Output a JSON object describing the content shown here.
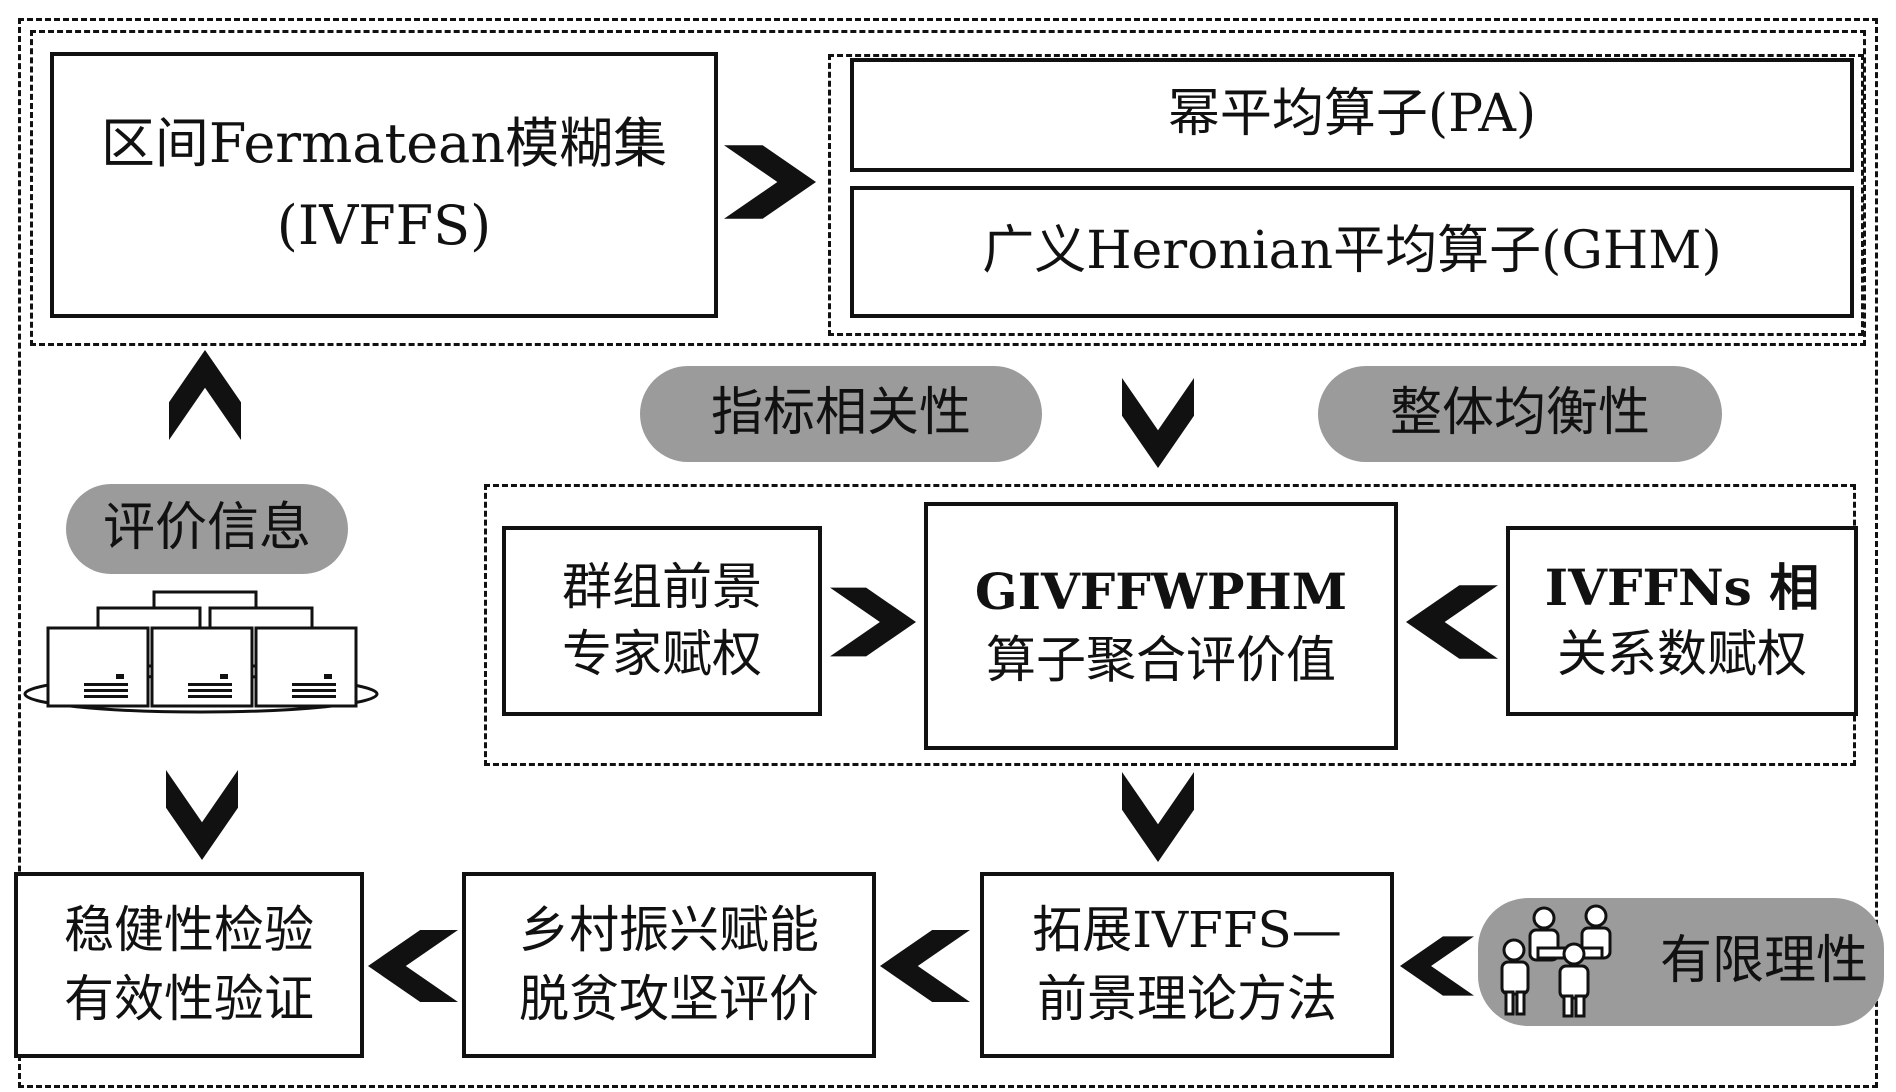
{
  "top_left": {
    "line1": "区间Fermatean模糊集",
    "line2": "(IVFFS)"
  },
  "top_right": {
    "pa": "幂平均算子(PA)",
    "ghm": "广义Heronian平均算子(GHM)"
  },
  "pills": {
    "indicator": "指标相关性",
    "balance": "整体均衡性",
    "evaluation": "评价信息",
    "bounded": "有限理性"
  },
  "middle": {
    "left": {
      "line1": "群组前景",
      "line2": "专家赋权"
    },
    "center": {
      "line1": "GIVFFWPHM",
      "line2": "算子聚合评价值"
    },
    "right": {
      "line1": "IVFFNs 相",
      "line2": "关系数赋权"
    }
  },
  "bottom": {
    "method": {
      "line1": "拓展IVFFS—",
      "line2": "前景理论方法"
    },
    "rural": {
      "line1": "乡村振兴赋能",
      "line2": "脱贫攻坚评价"
    },
    "robust": {
      "line1": "稳健性检验",
      "line2": "有效性验证"
    }
  },
  "icons": {
    "evaluation": "computer-network-icon",
    "people": "people-group-icon"
  }
}
